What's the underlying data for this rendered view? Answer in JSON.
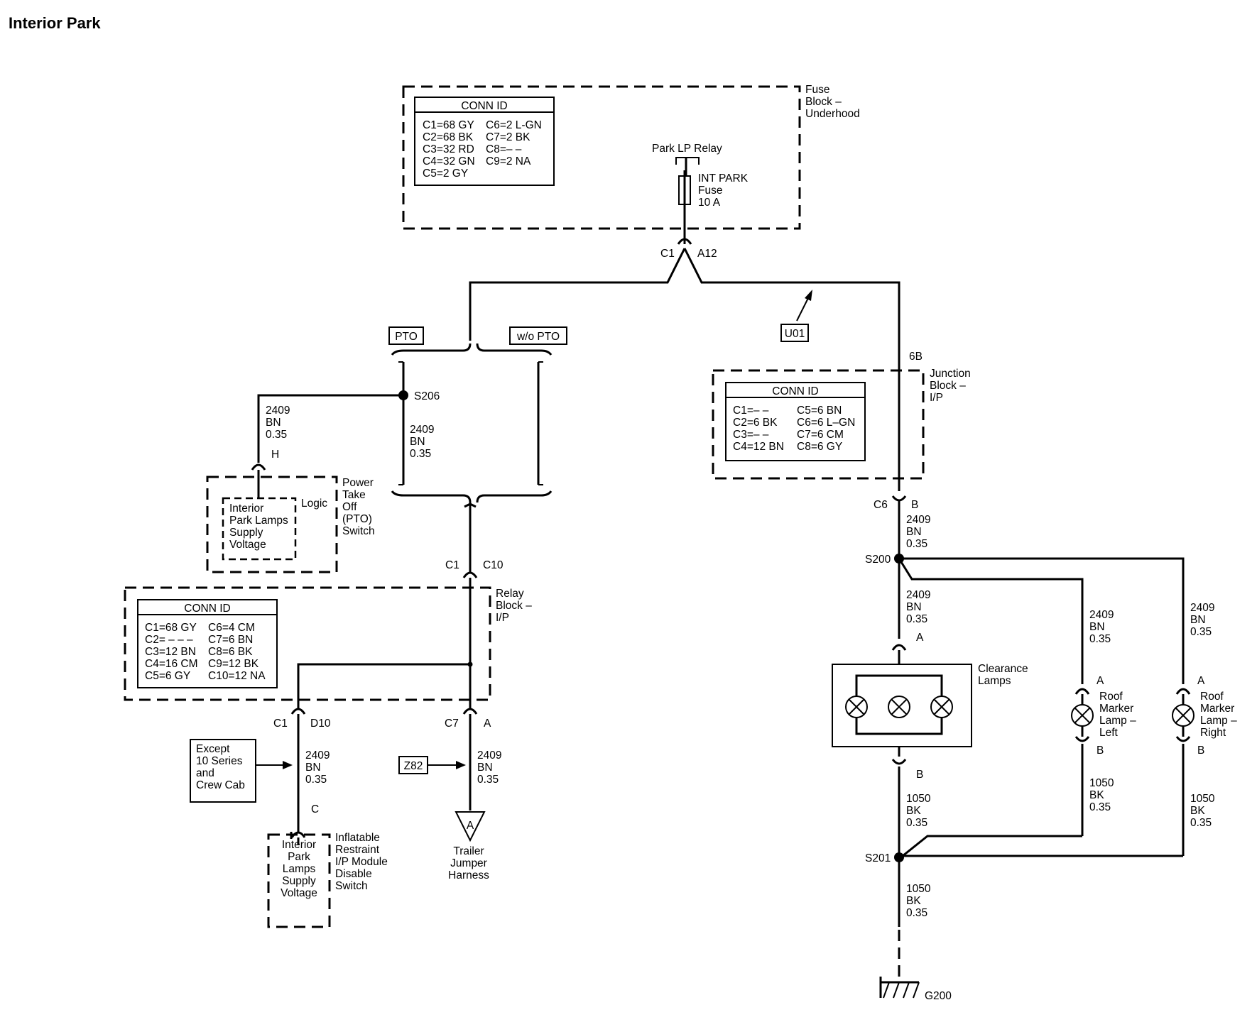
{
  "title": "Interior Park",
  "fuse_block": {
    "label": [
      "Fuse",
      "Block –",
      "Underhood"
    ],
    "conn_id": {
      "header": "CONN ID",
      "col1": [
        "C1=68 GY",
        "C2=68 BK",
        "C3=32 RD",
        "C4=32 GN",
        "C5=2 GY"
      ],
      "col2": [
        "C6=2 L-GN",
        "C7=2 BK",
        "C8=– –",
        "C9=2 NA"
      ]
    },
    "relay": "Park LP Relay",
    "fuse": [
      "INT PARK",
      "Fuse",
      "10 A"
    ],
    "connector": "C1",
    "pin": "A12"
  },
  "options": {
    "pto": "PTO",
    "wo_pto": "w/o PTO",
    "u01": "U01"
  },
  "splices": {
    "s206": "S206",
    "s200": "S200",
    "s201": "S201"
  },
  "wires": {
    "w2409": [
      "2409",
      "BN",
      "0.35"
    ],
    "w1050": [
      "1050",
      "BK",
      "0.35"
    ],
    "jb_in": "6B"
  },
  "pto_switch": {
    "pin": "H",
    "inner": [
      "Interior",
      "Park Lamps",
      "Supply",
      "Voltage"
    ],
    "logic": "Logic",
    "label": [
      "Power",
      "Take",
      "Off",
      "(PTO)",
      "Switch"
    ]
  },
  "relay_block": {
    "label": [
      "Relay",
      "Block –",
      "I/P"
    ],
    "conn_top": "C1",
    "pin_top": "C10",
    "conn_id": {
      "header": "CONN ID",
      "col1": [
        "C1=68 GY",
        "C2= – – –",
        "C3=12 BN",
        "C4=16 CM",
        "C5=6 GY"
      ],
      "col2": [
        "C6=4 CM",
        "C7=6 BN",
        "C8=6 BK",
        "C9=12 BK",
        "C10=12 NA"
      ]
    },
    "out1_conn": "C1",
    "out1_pin": "D10",
    "out2_conn": "C7",
    "out2_pin": "A"
  },
  "except_note": [
    "Except",
    "10 Series",
    "and",
    "Crew Cab"
  ],
  "z82": "Z82",
  "airbag_switch": {
    "pin": "C",
    "inner": [
      "Interior",
      "Park",
      "Lamps",
      "Supply",
      "Voltage"
    ],
    "label": [
      "Inflatable",
      "Restraint",
      "I/P Module",
      "Disable",
      "Switch"
    ]
  },
  "trailer": {
    "pin": "A",
    "label": [
      "Trailer",
      "Jumper",
      "Harness"
    ]
  },
  "junction_block": {
    "label": [
      "Junction",
      "Block –",
      "I/P"
    ],
    "conn_id": {
      "header": "CONN ID",
      "col1": [
        "C1=– –",
        "C2=6 BK",
        "C3=– –",
        "C4=12 BN"
      ],
      "col2": [
        "C5=6 BN",
        "C6=6 L–GN",
        "C7=6 CM",
        "C8=6 GY"
      ]
    },
    "conn": "C6",
    "pin": "B"
  },
  "clearance": {
    "label": [
      "Clearance",
      "Lamps"
    ],
    "pin_a": "A",
    "pin_b": "B"
  },
  "roof_left": {
    "label": [
      "Roof",
      "Marker",
      "Lamp –",
      "Left"
    ],
    "pin_a": "A",
    "pin_b": "B"
  },
  "roof_right": {
    "label": [
      "Roof",
      "Marker",
      "Lamp –",
      "Right"
    ],
    "pin_a": "A",
    "pin_b": "B"
  },
  "ground": "G200"
}
